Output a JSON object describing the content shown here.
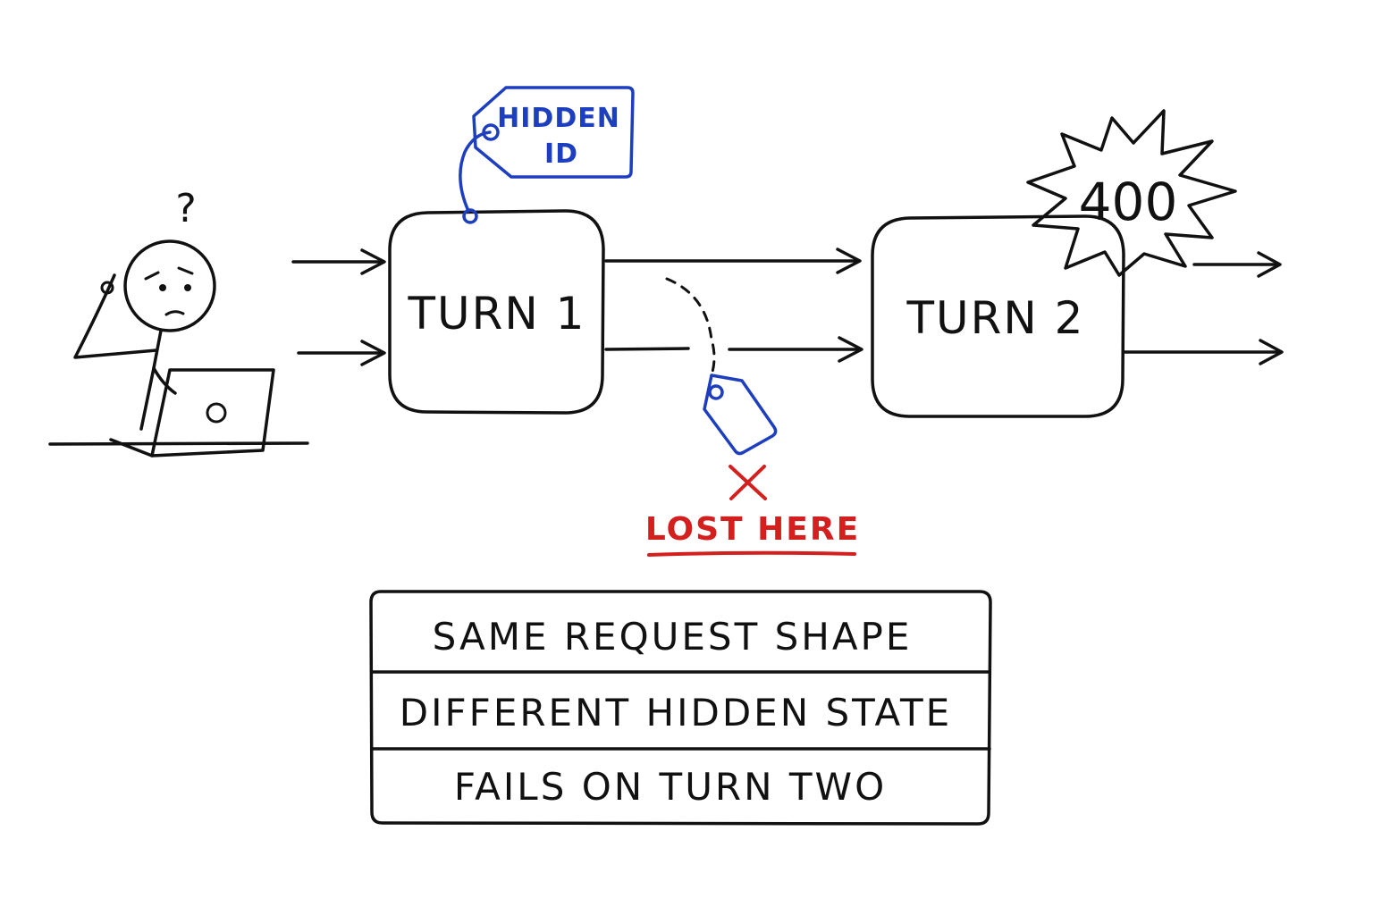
{
  "turn1": {
    "label": "TURN 1"
  },
  "turn2": {
    "label": "TURN 2"
  },
  "hidden_tag": {
    "line1": "HIDDEN",
    "line2": "ID"
  },
  "error_badge": {
    "code": "400"
  },
  "lost_note": {
    "label": "LOST HERE"
  },
  "confused_user": {
    "question_mark": "?"
  },
  "summary_table": {
    "rows": [
      "SAME REQUEST SHAPE",
      "DIFFERENT HIDDEN STATE",
      "FAILS ON TURN TWO"
    ]
  },
  "colors": {
    "ink": "#111111",
    "tag_blue": "#1d3fbf",
    "error_red": "#d41f1f"
  }
}
